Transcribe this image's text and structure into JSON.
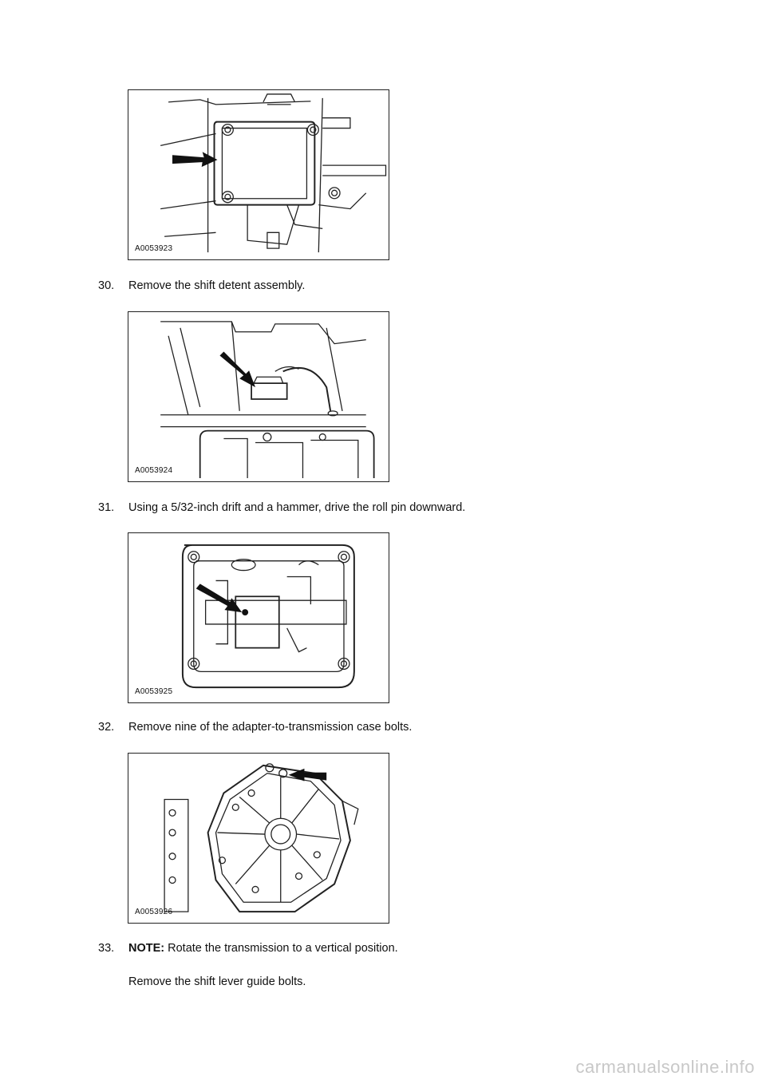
{
  "figures": [
    {
      "code": "A0053923"
    },
    {
      "code": "A0053924"
    },
    {
      "code": "A0053925"
    },
    {
      "code": "A0053926"
    }
  ],
  "steps": [
    {
      "number": "30.",
      "text": "Remove the shift detent assembly."
    },
    {
      "number": "31.",
      "text": "Using a 5/32-inch drift and a hammer, drive the roll pin downward."
    },
    {
      "number": "32.",
      "text": "Remove nine of the adapter-to-transmission case bolts."
    },
    {
      "number": "33.",
      "note_label": "NOTE:",
      "note_text": " Rotate the transmission to a vertical position.",
      "text": "Remove the shift lever guide bolts."
    }
  ],
  "watermark": "carmanualsonline.info"
}
